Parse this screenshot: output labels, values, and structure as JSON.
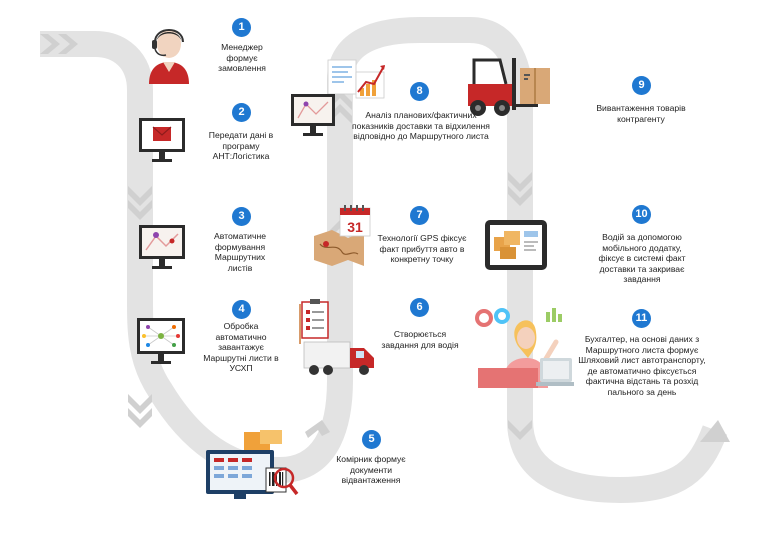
{
  "colors": {
    "road": "#e3e3e3",
    "arrow": "#d0d0d0",
    "badge": "#1f78d1",
    "text": "#222222",
    "accent_red": "#c62828"
  },
  "steps": [
    {
      "number": "1",
      "text": "Менеджер формує замовлення",
      "icon": "manager-headset-icon"
    },
    {
      "number": "2",
      "text": "Передати дані в програму АНТ:Логістика",
      "icon": "monitor-envelope-icon"
    },
    {
      "number": "3",
      "text": "Автоматичне формування Маршрутних листів",
      "icon": "monitor-map-icon"
    },
    {
      "number": "4",
      "text": "Обробка автоматично завантажує Маршрутні листи в УСХП",
      "icon": "monitor-network-icon"
    },
    {
      "number": "5",
      "text": "Комірник формує документи відвантаження",
      "icon": "warehouse-barcode-icon"
    },
    {
      "number": "6",
      "text": "Створюється завдання для водія",
      "icon": "truck-checklist-icon"
    },
    {
      "number": "7",
      "text": "Технології GPS фіксує факт прибуття авто в конкретну точку",
      "icon": "calendar-map-icon"
    },
    {
      "number": "8",
      "text": "Аналіз планових/фактичних показників доставки та відхилення відповідно до Маршрутного листа",
      "icon": "monitor-chart-icon"
    },
    {
      "number": "9",
      "text": "Вивантаження товарів контрагенту",
      "icon": "forklift-icon"
    },
    {
      "number": "10",
      "text": "Водій за допомогою мобільного додатку, фіксує в системі факт доставки та закриває завдання",
      "icon": "tablet-boxes-icon"
    },
    {
      "number": "11",
      "text": "Бухгалтер, на основі даних з Маршрутного листа формує Шляховий лист автотранспорту, де автоматично фіксується фактична відстань та розхід пального за день",
      "icon": "accountant-icon"
    }
  ],
  "calendar_day": "31"
}
